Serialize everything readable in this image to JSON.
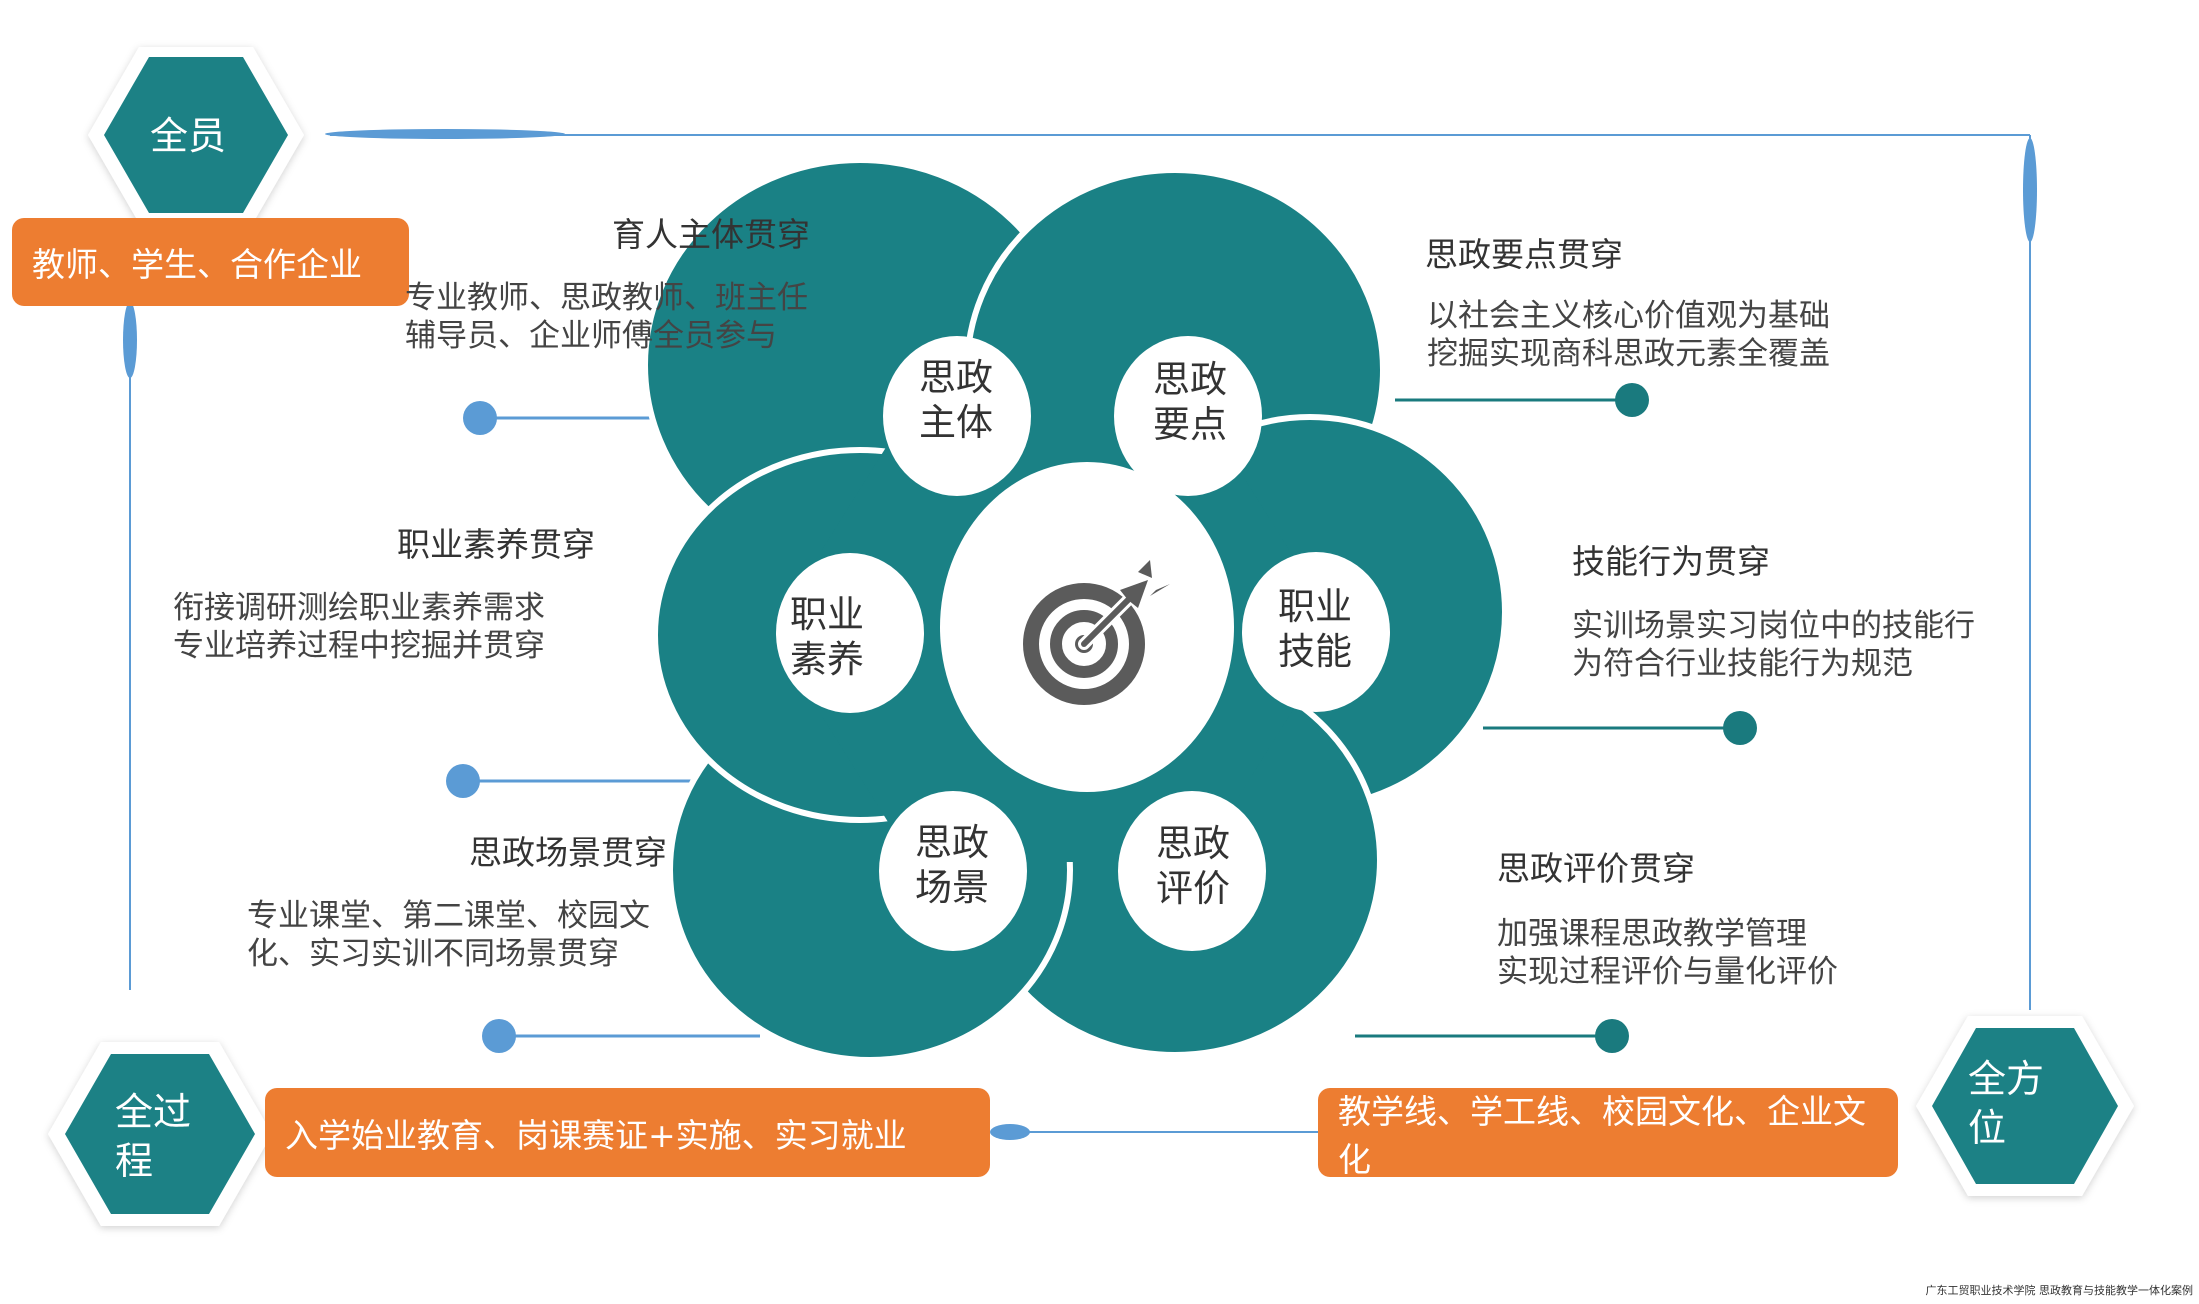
{
  "colors": {
    "teal": "#1A8185",
    "orange": "#ED7D31",
    "line_blue": "#5B9BD5",
    "dot_teal": "#1A7A7E",
    "text_dark": "#333333"
  },
  "corners": {
    "top_left": {
      "label": "全员",
      "box": "教师、学生、合作企业"
    },
    "bottom_left": {
      "label_line1": "全过",
      "label_line2": "程",
      "box": "入学始业教育、岗课赛证+实施、实习就业"
    },
    "bottom_right": {
      "label_line1": "全方",
      "label_line2": "位",
      "box": "教学线、学工线、校园文化、企业文化"
    }
  },
  "center": {
    "icon": "target-arrow-icon"
  },
  "petals": {
    "zhuti": {
      "line1": "思政",
      "line2": "主体"
    },
    "yaodian": {
      "line1": "思政",
      "line2": "要点"
    },
    "jineng": {
      "line1": "职业",
      "line2": "技能"
    },
    "pingjia": {
      "line1": "思政",
      "line2": "评价"
    },
    "changjing": {
      "line1": "思政",
      "line2": "场景"
    },
    "suyang": {
      "line1": "职业",
      "line2": "素养"
    }
  },
  "sections": {
    "yuren": {
      "title": "育人主体贯穿",
      "line1": "专业教师、思政教师、班主任",
      "line2": "辅导员、企业师傅全员参与"
    },
    "yaodian": {
      "title": "思政要点贯穿",
      "line1": "以社会主义核心价值观为基础",
      "line2": "挖掘实现商科思政元素全覆盖"
    },
    "suyang": {
      "title": "职业素养贯穿",
      "line1": "衔接调研测绘职业素养需求",
      "line2": "专业培养过程中挖掘并贯穿"
    },
    "jineng": {
      "title": "技能行为贯穿",
      "line1": "实训场景实习岗位中的技能行",
      "line2": "为符合行业技能行为规范"
    },
    "changjing": {
      "title": "思政场景贯穿",
      "line1": "专业课堂、第二课堂、校园文",
      "line2": "化、实习实训不同场景贯穿"
    },
    "pingjia": {
      "title": "思政评价贯穿",
      "line1": "加强课程思政教学管理",
      "line2": "实现过程评价与量化评价"
    }
  },
  "footnote": "广东工贸职业技术学院 思政教育与技能教学一体化案例"
}
